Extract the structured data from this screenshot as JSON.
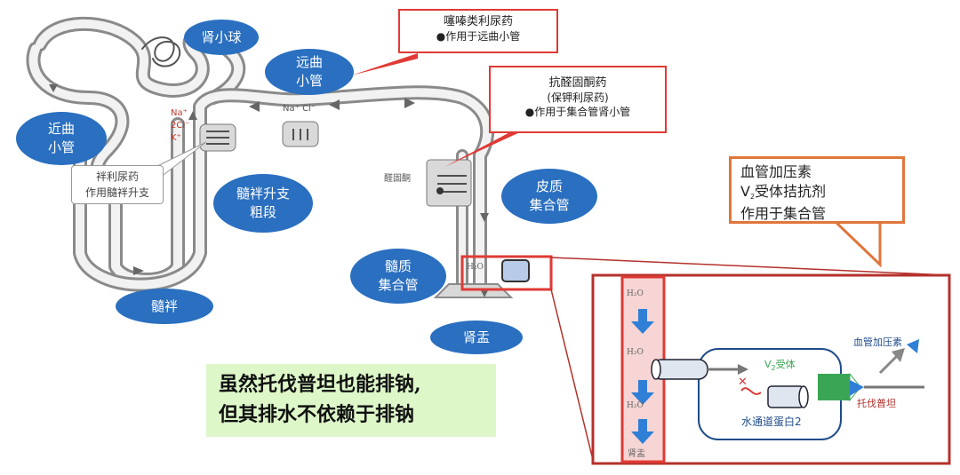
{
  "ovals": {
    "glomerulus": "肾小球",
    "distal_tubule": "远曲\n小管",
    "proximal_tubule": "近曲\n小管",
    "thick_ascending": "髓袢升支\n粗段",
    "cortical_cd": "皮质\n集合管",
    "medullary_cd": "髓质\n集合管",
    "loop": "髓袢",
    "renal_pelvis": "肾盂"
  },
  "callouts": {
    "thiazide_title": "噻嗪类利尿药",
    "thiazide_note": "●作用于远曲小管",
    "aldo_title": "抗醛固酮药",
    "aldo_sub": "(保钾利尿药)",
    "aldo_note": "●作用于集合管肾小管",
    "loop_title": "袢利尿药",
    "loop_note": "作用髓袢升支",
    "vaso_line1": "血管加压素",
    "vaso_line2_pre": "V",
    "vaso_line2_post": "受体拮抗剂",
    "vaso_line3": "作用于集合管"
  },
  "summary": {
    "line1": "虽然托伐普坦也能排钠,",
    "line2": "但其排水不依赖于排钠"
  },
  "small_labels": {
    "na": "Na⁺",
    "cl2": "2Cl⁻",
    "k": "K⁺",
    "nacl": "Na⁺ Cl⁻",
    "aldosterone": "醛固酮",
    "h2o_small": "H₂O"
  },
  "inset": {
    "h2o_1": "H₂O",
    "h2o_2": "H₂O",
    "h2o_3": "H₂O",
    "pelvis": "肾盂",
    "v2_pre": "V",
    "v2_post": "受体",
    "aquaporin": "水通道蛋白2",
    "vasopressin": "血管加压素",
    "tolvaptan": "托伐普坦"
  },
  "colors": {
    "oval_blue": "#2a6fc0",
    "callout_red": "#e03a35",
    "callout_orange": "#e0763c",
    "inset_border": "#b5312c",
    "arrow_blue": "#2f7fd6",
    "summary_bg": "#ddf7c9",
    "receptor_green": "#3aa655"
  }
}
